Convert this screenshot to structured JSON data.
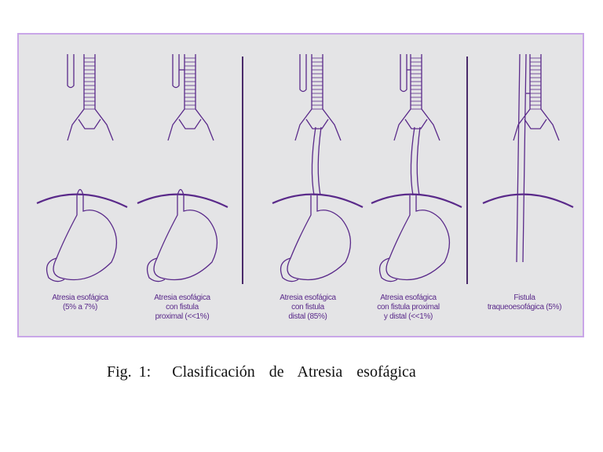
{
  "figure": {
    "panels": [
      {
        "lines": [
          "Atresia esofágica",
          "(5% a 7%)"
        ]
      },
      {
        "lines": [
          "Atresia esofágica",
          "con fistula",
          "proximal (<<1%)"
        ]
      },
      {
        "lines": [
          "Atresia esofágica",
          "con fistula",
          "distal (85%)"
        ]
      },
      {
        "lines": [
          "Atresia esofágica",
          "con fistula proximal",
          "y distal (<<1%)"
        ]
      },
      {
        "lines": [
          "Fistula",
          "traqueoesofágica (5%)"
        ]
      }
    ],
    "colors": {
      "ink": "#5a2a8a",
      "border": "#c9a6e8",
      "background": "#e4e4e6"
    }
  },
  "caption": "Fig. 1:   Clasificación  de  Atresia  esofágica"
}
